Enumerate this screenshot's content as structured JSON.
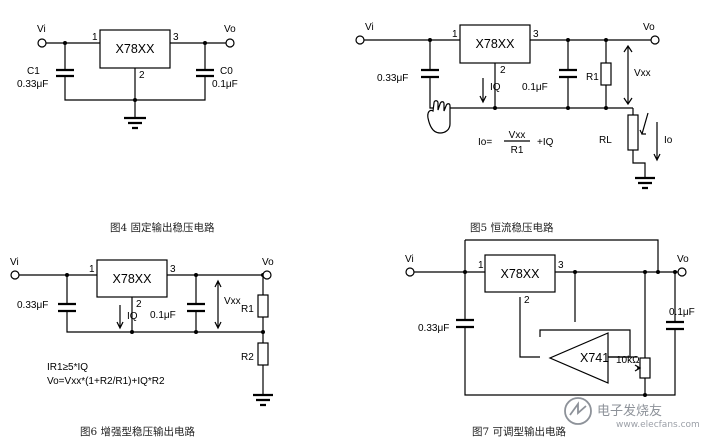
{
  "regulator_label": "X78XX",
  "opamp_label": "X741",
  "pins": {
    "in": "1",
    "ground": "2",
    "out": "3"
  },
  "fig4": {
    "input": "Vi",
    "output": "Vo",
    "c1_name": "C1",
    "c1_value": "0.33μF",
    "c0_name": "C0",
    "c0_value": "0.1μF",
    "caption": "图4  固定输出稳压电路"
  },
  "fig5": {
    "input": "Vi",
    "output": "Vo",
    "c_in": "0.33μF",
    "c_out": "0.1μF",
    "r1": "R1",
    "vxx": "Vxx",
    "iq": "IQ",
    "rl": "RL",
    "io": "Io",
    "formula_lhs": "Io=",
    "formula_num": "Vxx",
    "formula_den": "R1",
    "formula_rhs": "+IQ",
    "caption": "图5  恒流稳压电路"
  },
  "fig6": {
    "input": "Vi",
    "output": "Vo",
    "c_in": "0.33μF",
    "c_out": "0.1μF",
    "iq": "IQ",
    "vxx": "Vxx",
    "r1": "R1",
    "r2": "R2",
    "eq1": "IR1≥5*IQ",
    "eq2": "Vo=Vxx*(1+R2/R1)+IQ*R2",
    "caption": "图6  增强型稳压输出电路"
  },
  "fig7": {
    "input": "Vi",
    "output": "Vo",
    "c_in": "0.33μF",
    "c_out": "0.1μF",
    "pot": "10kΩ",
    "caption": "图7  可调型输出电路"
  },
  "watermark": {
    "text": "电子发烧友",
    "url": "www.elecfans.com"
  }
}
